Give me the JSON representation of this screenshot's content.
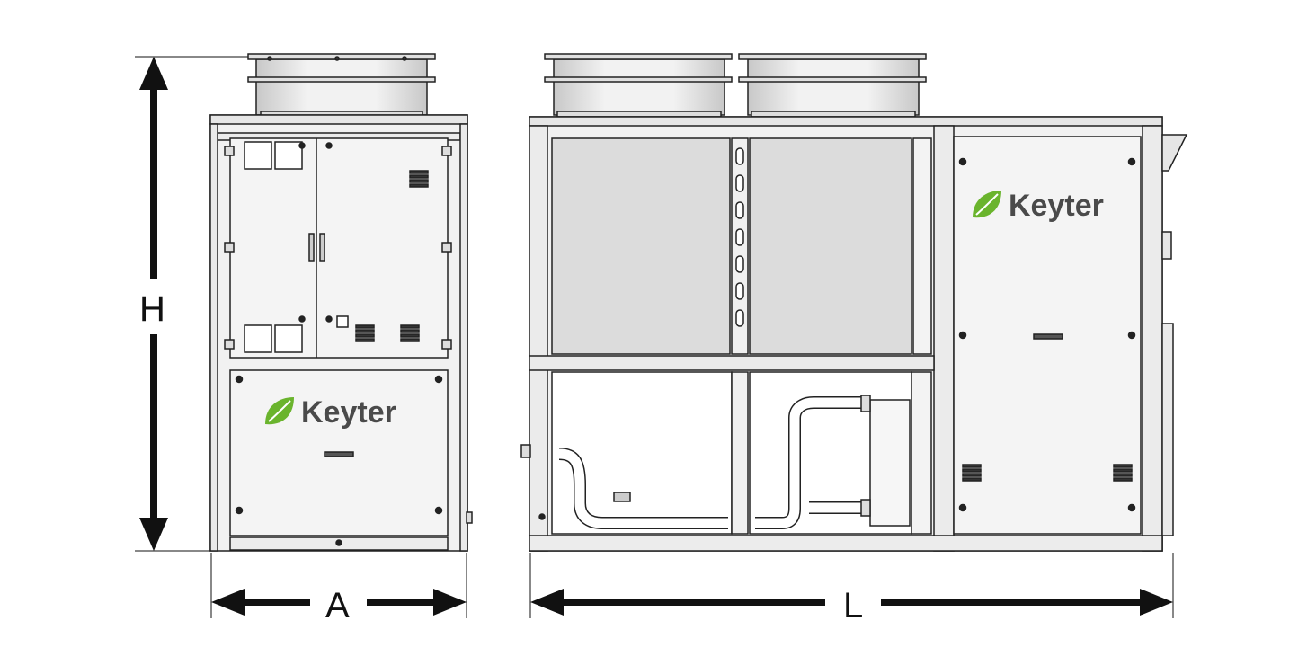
{
  "dimensions": {
    "height_label": "H",
    "width_label": "A",
    "length_label": "L"
  },
  "brand": {
    "name": "Keyter",
    "leaf_color": "#6ab42d",
    "text_color": "#4a4a4a"
  },
  "colors": {
    "line": "#111111",
    "panel": "#f4f4f4",
    "coil": "#dcdcdc",
    "frame": "#e9e9e9"
  },
  "icons": [
    "leaf-logo-icon",
    "double-arrow-icon"
  ]
}
